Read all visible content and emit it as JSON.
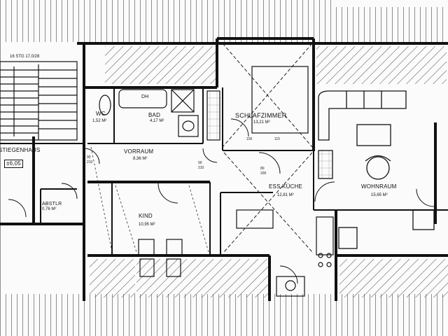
{
  "rooms": {
    "schlafzimmer": {
      "name": "SCHLAFZIMMER",
      "area": "13,21 M²"
    },
    "bad": {
      "name": "BAD",
      "area": "4,17 M²"
    },
    "wc": {
      "name": "WC",
      "area": "1,52 M²"
    },
    "dh": {
      "name": "DH"
    },
    "vorraum": {
      "name": "VORRAUM",
      "area": "8,36 M²"
    },
    "stiegenhaus": {
      "name": "STIEGENHAUS"
    },
    "abstell": {
      "name": "ABSTLR",
      "area": "0,76 M²"
    },
    "kind": {
      "name": "KIND",
      "area": "10,95 M²"
    },
    "esskueche": {
      "name": "ESS KÜCHE",
      "area": "12,81 M²"
    },
    "wohnraum": {
      "name": "WOHNRAUM",
      "area": "15,65 M²"
    }
  },
  "level_mark": "±6,05",
  "stair_note": "16 STG 17,0/28",
  "dimensions": {
    "d1": "90",
    "d2": "210",
    "d3": "90",
    "d4": "210",
    "d5": "80",
    "d6": "200",
    "d7": "115",
    "d8": "100"
  },
  "colors": {
    "line": "#111111",
    "hatch": "#555555",
    "paper": "#fbfbfb"
  }
}
